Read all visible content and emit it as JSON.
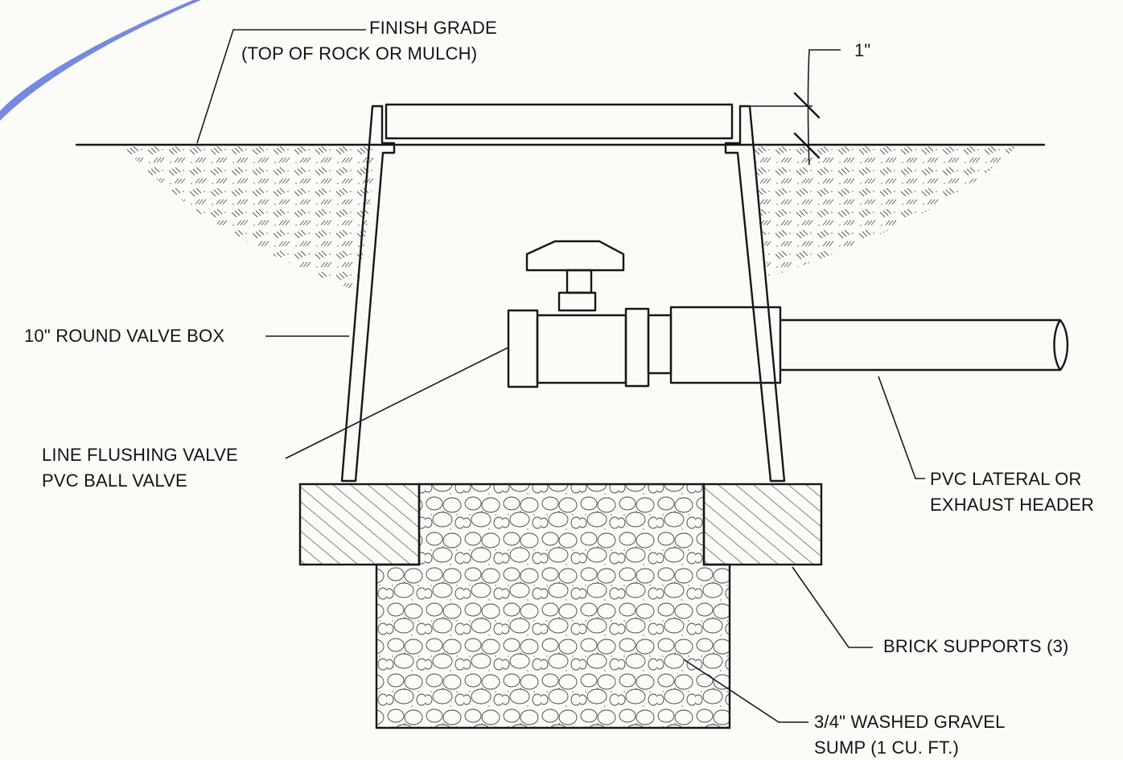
{
  "labels": {
    "finish_grade_1": "FINISH GRADE",
    "finish_grade_2": "(TOP OF ROCK OR MULCH)",
    "dimension": "1\"",
    "valve_box": "10\" ROUND VALVE BOX",
    "flushing_valve_1": "LINE FLUSHING VALVE",
    "flushing_valve_2": "PVC BALL VALVE",
    "pvc_lateral_1": "PVC LATERAL OR",
    "pvc_lateral_2": "EXHAUST HEADER",
    "brick_supports": "BRICK SUPPORTS (3)",
    "gravel_1": "3/4\" WASHED GRAVEL",
    "gravel_2": "SUMP (1 CU. FT.)"
  },
  "colors": {
    "ink": "#161616",
    "paper": "#fbfbf8",
    "pen_mark": "#4a62d8"
  }
}
